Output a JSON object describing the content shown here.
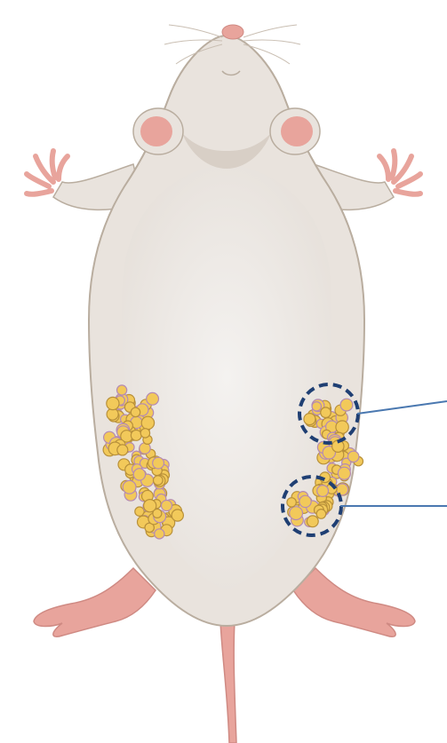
{
  "colors": {
    "fur": "#e9e3dd",
    "fur_shadow": "#cfc6bc",
    "belly": "#f1eeeb",
    "outline": "#b9ad9f",
    "skin": "#e8a49c",
    "skin_dark": "#cf8a83",
    "fat_fill": "#f2c95a",
    "fat_stroke": "#b8903a",
    "fat_accent": "#b48ab4",
    "highlight_circle": "#1f3f73",
    "callout_line": "#4a78b0"
  },
  "icons": {
    "animal": "mouse-body-icon",
    "fat_depot": "adipose-tissue-cluster-icon",
    "highlight": "dashed-circle-icon"
  },
  "highlights": [
    {
      "id": "upper",
      "target": "inguinal-fat-upper-region"
    },
    {
      "id": "lower",
      "target": "inguinal-fat-lower-region"
    }
  ]
}
